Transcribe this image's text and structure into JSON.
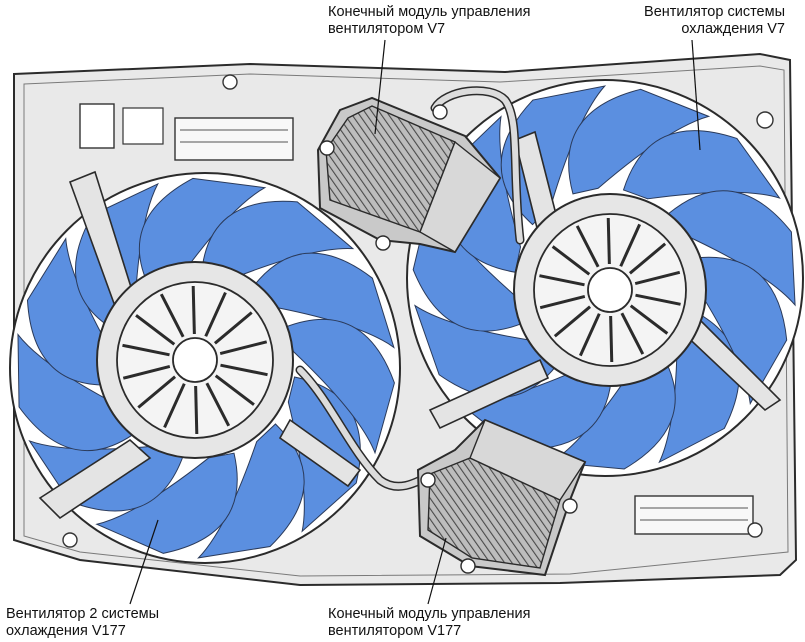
{
  "labels": {
    "module_v7": "Конечный модуль управления\nвентилятором V7",
    "fan_v7": "Вентилятор системы\nохлаждения V7",
    "fan_v177": "Вентилятор 2 системы\nохлаждения V177",
    "module_v177": "Конечный модуль управления\nвентилятором V177"
  },
  "colors": {
    "blade": "#5b8fe0",
    "blade_stroke": "#2a3a5a",
    "shroud": "#e9e9e9",
    "shroud_stroke": "#2b2b2b",
    "hub": "#f4f4f4",
    "module": "#c9c9c9",
    "module_dark": "#3a3a3a",
    "leader": "#111111"
  }
}
